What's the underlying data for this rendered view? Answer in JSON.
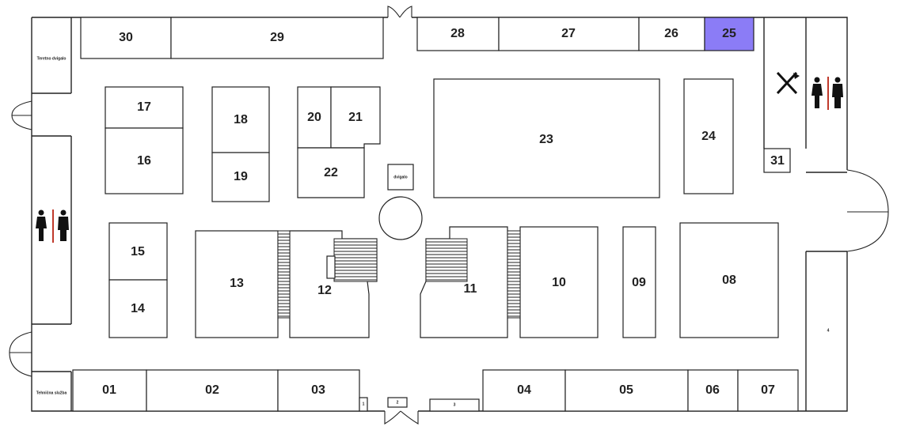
{
  "plan": {
    "selected_unit": "25",
    "accent_color": "#8b7cf6",
    "units": {
      "u01": "01",
      "u02": "02",
      "u03": "03",
      "u04": "04",
      "u05": "05",
      "u06": "06",
      "u07": "07",
      "u08": "08",
      "u09": "09",
      "u10": "10",
      "u11": "11",
      "u12": "12",
      "u13": "13",
      "u14": "14",
      "u15": "15",
      "u16": "16",
      "u17": "17",
      "u18": "18",
      "u19": "19",
      "u20": "20",
      "u21": "21",
      "u22": "22",
      "u23": "23",
      "u24": "24",
      "u25": "25",
      "u26": "26",
      "u27": "27",
      "u28": "28",
      "u29": "29",
      "u30": "30",
      "u31": "31"
    },
    "small_labels": {
      "elevator_top_left": "Teretno dvigalo",
      "elevator_center": "dvigalo",
      "stairs_bottom_left": "Tehnična služba",
      "box_1": "1",
      "box_2": "2",
      "box_3": "3",
      "box_4": "4"
    },
    "icons": {
      "restroom_left": "restroom-icon",
      "restroom_right": "restroom-icon",
      "restaurant": "fork-knife-icon"
    }
  }
}
